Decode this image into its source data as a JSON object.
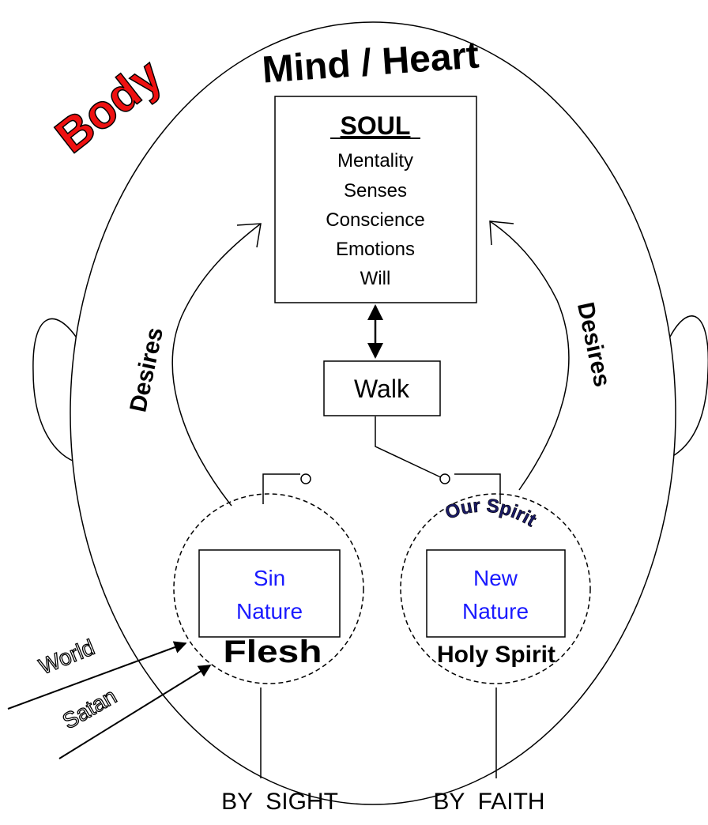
{
  "diagram": {
    "body_label": "Body",
    "mind_heart_label": "Mind / Heart",
    "soul": {
      "title": "SOUL",
      "items": [
        "Mentality",
        "Senses",
        "Conscience",
        "Emotions",
        "Will"
      ]
    },
    "walk_label": "Walk",
    "desires_left": "Desires",
    "desires_right": "Desires",
    "sin_nature": [
      "Sin",
      "Nature"
    ],
    "new_nature": [
      "New",
      "Nature"
    ],
    "flesh_label": "Flesh",
    "holy_spirit_label": "Holy Spirit",
    "our_spirit_label": "Our Spirit",
    "world_label": "World",
    "satan_label": "Satan",
    "by_sight_label": "BY  SIGHT",
    "by_faith_label": "BY  FAITH",
    "colors": {
      "body": "#ee1111",
      "nature_text": "#1a1aff",
      "our_spirit": "#1a1a66"
    }
  }
}
